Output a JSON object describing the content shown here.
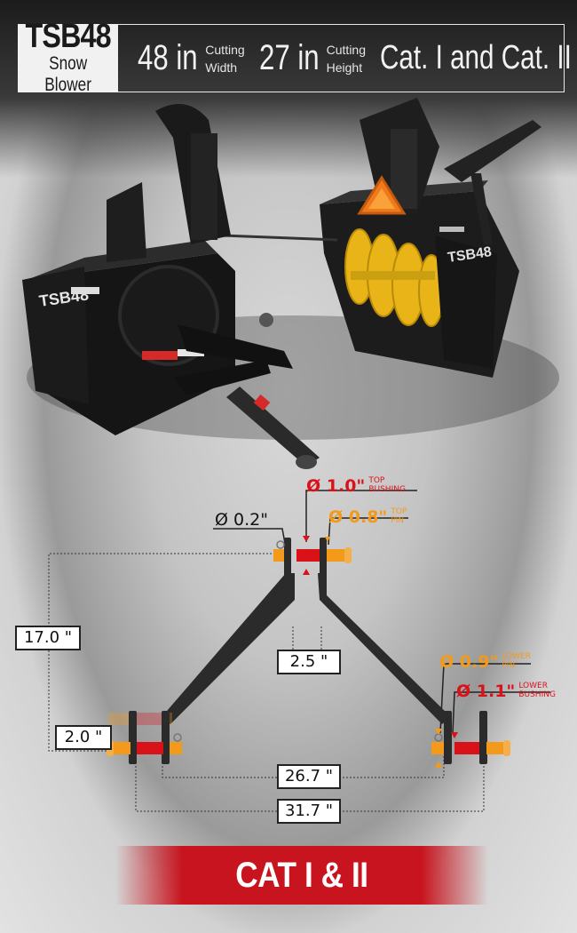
{
  "header": {
    "model": "TSB48",
    "product": "Snow Blower",
    "specs": [
      {
        "value": "48 in",
        "label_line1": "Cutting",
        "label_line2": "Width"
      },
      {
        "value": "27 in",
        "label_line1": "Cutting",
        "label_line2": "Height"
      },
      {
        "value": "Cat. I and Cat. II"
      }
    ]
  },
  "machine_badges": {
    "front_logo": "TSB48",
    "side_logo": "TSB48"
  },
  "diagram": {
    "top_bushing": {
      "value": "Ø 1.0\"",
      "label_line1": "TOP",
      "label_line2": "BUSHING"
    },
    "top_pin": {
      "value": "Ø 0.8\"",
      "label_line1": "TOP",
      "label_line2": "PIN"
    },
    "clip": {
      "value": "Ø 0.2\""
    },
    "lower_pin": {
      "value": "Ø 0.9\"",
      "label_line1": "LOWER",
      "label_line2": "PIN"
    },
    "lower_bushing": {
      "value": "Ø 1.1\"",
      "label_line1": "LOWER",
      "label_line2": "BUSHING"
    },
    "height": "17.0 \"",
    "top_gap": "2.5 \"",
    "lower_pin_offset": "2.0 \"",
    "inner_width": "26.7 \"",
    "outer_width": "31.7 \"",
    "colors": {
      "bushing": "#d9121a",
      "pin": "#f39a1b",
      "frame": "#2b2b2b"
    }
  },
  "banner": {
    "label": "CAT I & II",
    "color": "#c8141e"
  }
}
